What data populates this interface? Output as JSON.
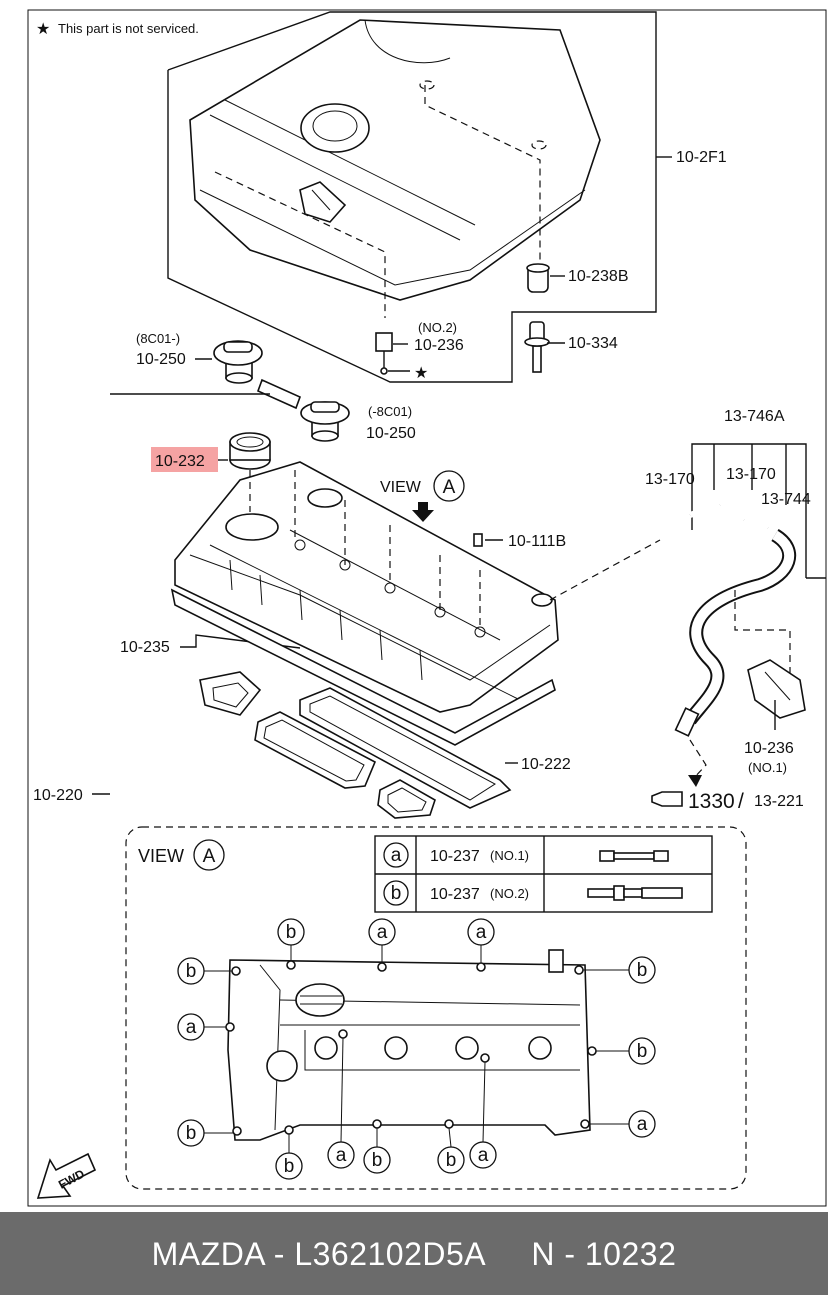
{
  "note": "This part is not serviced.",
  "note_symbol": "★",
  "labels": {
    "p_10_2f1": "10-2F1",
    "p_10_238b": "10-238B",
    "p_10_334": "10-334",
    "p_no2_top": "(NO.2)",
    "p_10_236_top": "10-236",
    "p_8c01_left": "(8C01-)",
    "p_10_250_left": "10-250",
    "p_8c01_right": "(-8C01)",
    "p_10_250_right": "10-250",
    "p_10_232": "10-232",
    "p_10_111b": "10-111B",
    "p_13_746a": "13-746A",
    "p_13_170_a": "13-170",
    "p_13_170_b": "13-170",
    "p_13_744": "13-744",
    "p_10_235": "10-235",
    "p_10_222": "10-222",
    "p_10_220": "10-220",
    "p_10_236_right": "10-236",
    "p_no1_right": "(NO.1)",
    "ref_1330": "1330",
    "ref_13_221": "13-221",
    "view_label": "VIEW",
    "view_letter": "A",
    "fwd": "FWD"
  },
  "legend": {
    "rows": [
      {
        "key": "a",
        "part": "10-237",
        "note": "(NO.1)"
      },
      {
        "key": "b",
        "part": "10-237",
        "note": "(NO.2)"
      }
    ]
  },
  "callout_a": "a",
  "callout_b": "b",
  "highlight_color": "#f5a3a3",
  "footer": {
    "brand": "MAZDA",
    "part_number": "L362102D5A",
    "ref": "N - 10232",
    "sep": " - "
  }
}
